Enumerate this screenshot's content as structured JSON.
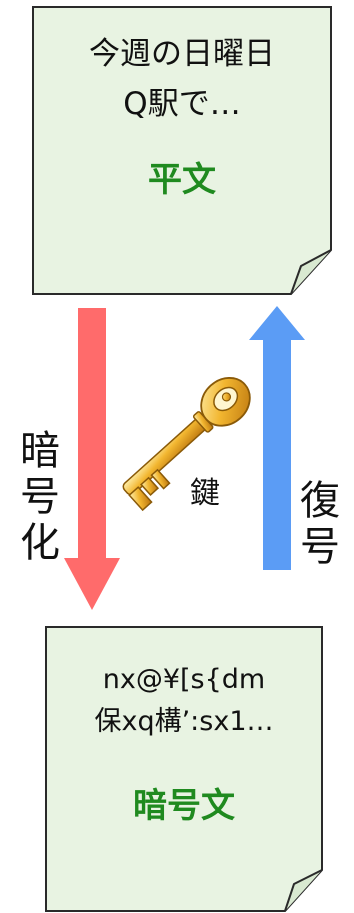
{
  "colors": {
    "note_fill": "#e8f3e2",
    "note_border": "#2a2a2a",
    "green_label": "#1f8a1f",
    "encrypt_arrow": "#ff6b6b",
    "decrypt_arrow": "#5b9cf5",
    "key_gold": "#e0a21c"
  },
  "plaintext": {
    "line1": "今週の日曜日",
    "line2": "Q駅で…",
    "label": "平文"
  },
  "ciphertext": {
    "line1": "nx@¥[s{dm",
    "line2": "保xq構’:sx1…",
    "label": "暗号文"
  },
  "encrypt": {
    "chars": [
      "暗",
      "号",
      "化"
    ]
  },
  "decrypt": {
    "chars": [
      "復",
      "号"
    ]
  },
  "key": {
    "label": "鍵",
    "icon": "golden-key-icon"
  }
}
